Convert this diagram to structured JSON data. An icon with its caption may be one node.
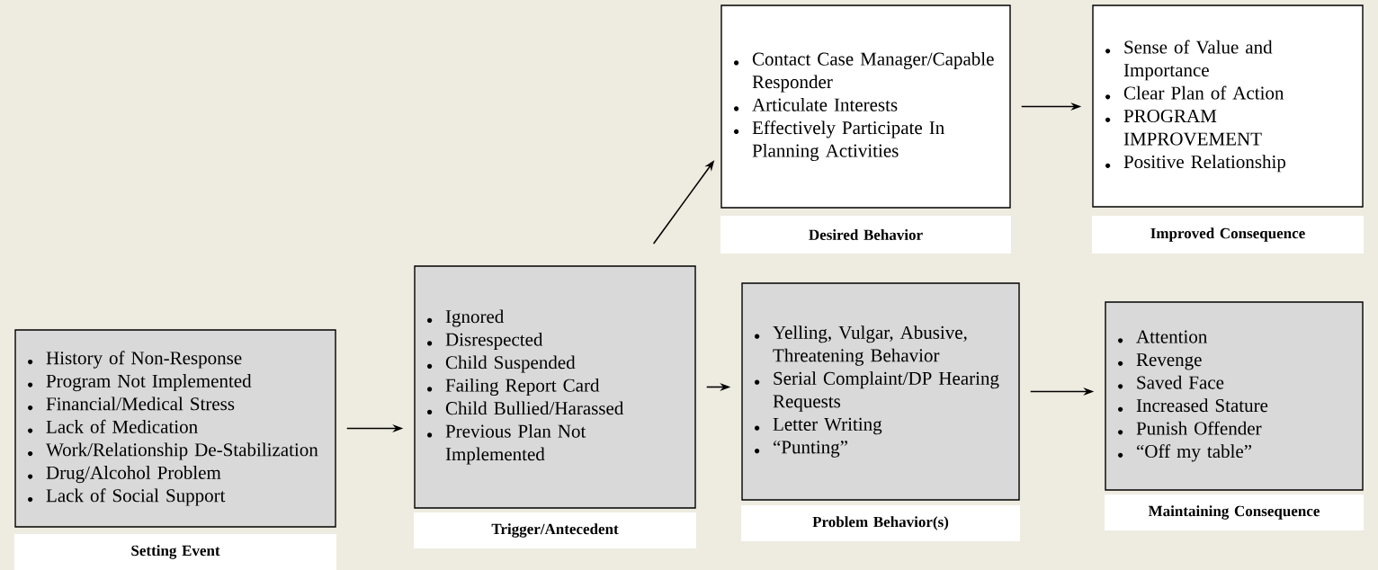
{
  "diagram": {
    "nodes": [
      {
        "text": [
          "Contact Case Manager/Capable Responder",
          "Articulate Interests",
          "Effectively Participate In Planning Activities"
        ]
      },
      {
        "text": [
          "Desired Behavior"
        ]
      },
      {
        "text": [
          "Sense of Value and Importance",
          "Clear Plan of Action",
          "PROGRAM IMPROVEMENT",
          "Positive Relationship"
        ]
      },
      {
        "text": [
          "Improved Consequence"
        ]
      },
      {
        "text": [
          "History of Non-Response",
          "Program Not Implemented",
          "Financial/Medical Stress",
          "Lack of Medication",
          "Work/Relationship De-Stabilization",
          "Drug/Alcohol Problem",
          "Lack of Social Support"
        ]
      },
      {
        "text": [
          "Setting Event"
        ]
      },
      {
        "text": [
          "Ignored",
          "Disrespected",
          "Child Suspended",
          "Failing Report Card",
          "Child Bullied/Harassed",
          "Previous Plan Not Implemented"
        ]
      },
      {
        "text": [
          "Trigger/Antecedent"
        ]
      },
      {
        "text": [
          "Yelling, Vulgar, Abusive, Threatening Behavior",
          "Serial Complaint/DP Hearing Requests",
          "Letter Writing",
          "“Punting”"
        ]
      },
      {
        "text": [
          "Problem Behavior(s)"
        ]
      },
      {
        "text": [
          "Attention",
          "Revenge",
          "Saved Face",
          "Increased Stature",
          "Punish Offender",
          "“Off my table”"
        ]
      },
      {
        "text": [
          "Maintaining Consequence"
        ]
      }
    ],
    "edges": [
      {
        "from": 4,
        "to": 6,
        "arrow": "to"
      },
      {
        "from": 6,
        "to": 0,
        "arrow": "to"
      },
      {
        "from": 6,
        "to": 8,
        "arrow": "to"
      },
      {
        "from": 8,
        "to": 10,
        "arrow": "to"
      },
      {
        "from": 0,
        "to": 2,
        "arrow": "to"
      }
    ]
  }
}
